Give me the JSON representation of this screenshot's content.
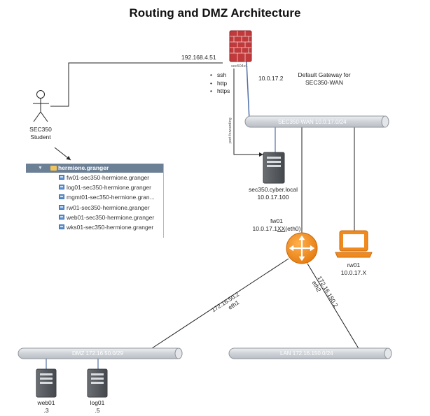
{
  "title": "Routing and DMZ Architecture",
  "labels": {
    "firewall_ip": "192.168.4.51",
    "firewall_name": "sec504e1",
    "gateway_ip": "10.0.17.2",
    "default_gateway_line1": "Default Gateway for",
    "default_gateway_line2": "SEC350-WAN",
    "port_forwarding": "port forwarding",
    "student_line1": "SEC350",
    "student_line2": "Student",
    "server_name": "sec350.cyber.local",
    "server_ip": "10.0.17.100",
    "fw01_name": "fw01",
    "fw01_ip_prefix": "10.0.17.1",
    "fw01_ip_xx": "XX",
    "fw01_ip_suffix": "(eth0)",
    "rw01_name": "rw01",
    "rw01_ip": "10.0.17.X",
    "dmz_link_ip": "172.16.50.2",
    "dmz_link_if": "eth1",
    "lan_link_ip": "172.16.150.2",
    "lan_link_if": "eth2",
    "web01_name": "web01",
    "web01_ip": ".3",
    "log01_name": "log01",
    "log01_ip": ".5"
  },
  "services": [
    "ssh",
    "http",
    "https"
  ],
  "networks": {
    "wan": "SEC350-WAN 10.0.17.0/24",
    "dmz": "DMZ 172.16.50.0/29",
    "lan": "LAN 172.16.150.0/24"
  },
  "tree": {
    "header": "hermione.granger",
    "items": [
      "fw01-sec350-hermione.granger",
      "log01-sec350-hermione.granger",
      "mgmt01-sec350-hermione.gran...",
      "rw01-sec350-hermione.granger",
      "web01-sec350-hermione.granger",
      "wks01-sec350-hermione.granger"
    ]
  },
  "colors": {
    "firewall": "#c0393b",
    "router": "#f08a1e",
    "laptop": "#f08a1e",
    "server": "#55595e",
    "net_bar": "#d3d6da",
    "link_line": "#4f6fa8"
  }
}
